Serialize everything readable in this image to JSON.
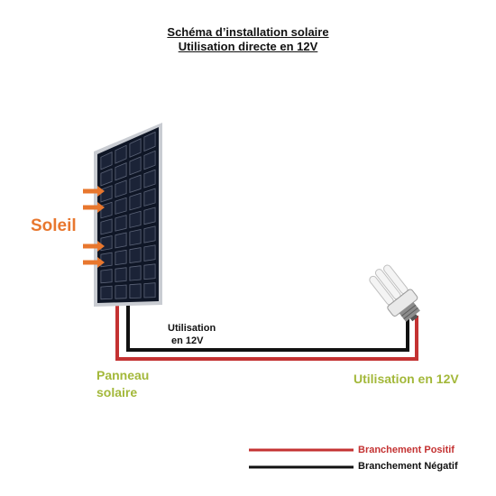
{
  "title": {
    "line1": "Schéma d’installation solaire",
    "line2": "Utilisation directe en 12V"
  },
  "labels": {
    "sun": "Soleil",
    "panel_line1": "Panneau",
    "panel_line2": "solaire",
    "usage": "Utilisation en 12V",
    "wire_line1": "Utilisation",
    "wire_line2": "en 12V"
  },
  "legend": {
    "positive": "Branchement Positif",
    "negative": "Branchement Négatif"
  },
  "colors": {
    "positive_wire": "#c43232",
    "negative_wire": "#111111",
    "sun": "#e8772e",
    "label_green": "#a3b83a",
    "panel_cell": "#0f1626",
    "panel_frame": "#c9ccd2"
  },
  "icons": {
    "panel": "solar-panel-icon",
    "bulb": "cfl-light-bulb-icon",
    "arrow": "sun-ray-arrow-icon"
  }
}
